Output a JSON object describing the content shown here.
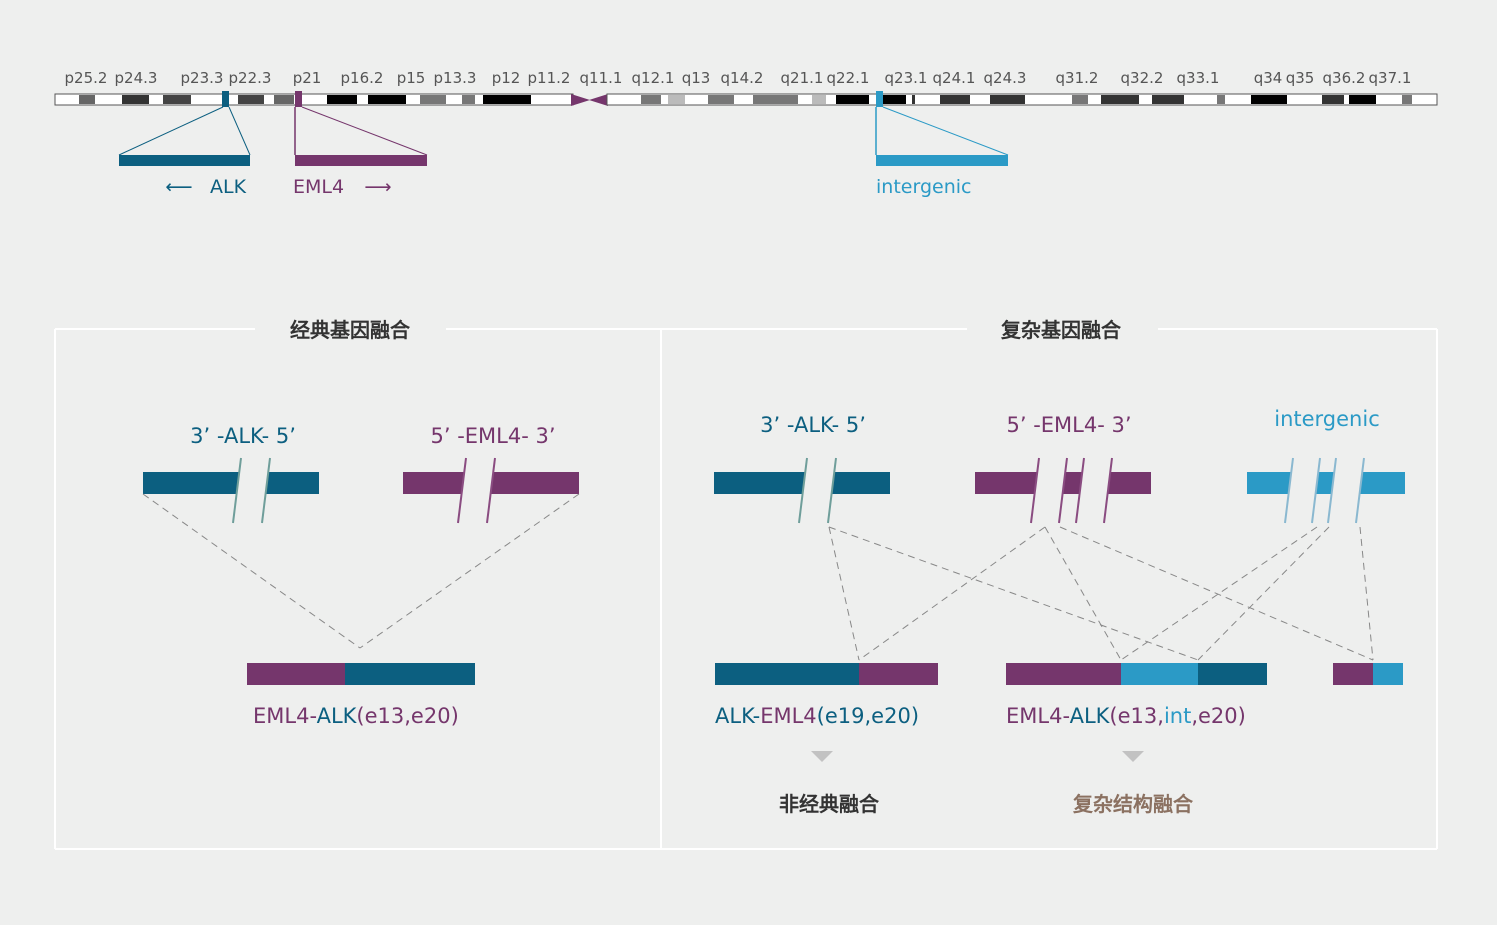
{
  "colors": {
    "alk": "#0c5f80",
    "eml4": "#75366c",
    "intergenic": "#2b9ac6",
    "dark_text": "#333333",
    "brown": "#8b7161",
    "guide_alk": "#6f9e9a",
    "guide_eml4": "#8a4c81",
    "guide_int": "#8ab8d0"
  },
  "chromosome": {
    "bands": [
      "p25.2",
      "p24.3",
      "p23.3",
      "p22.3",
      "p21",
      "p16.2",
      "p15",
      "p13.3",
      "p12",
      "p11.2",
      "q11.1",
      "q12.1",
      "q13",
      "q14.2",
      "q21.1",
      "q22.1",
      "q23.1",
      "q24.1",
      "q24.3",
      "q31.2",
      "q32.2",
      "q33.1",
      "q34",
      "q35",
      "q36.2",
      "q37.1"
    ]
  },
  "top_genes": {
    "alk": {
      "label": "ALK",
      "arrow": "⟵"
    },
    "eml4": {
      "label": "EML4",
      "arrow": "⟶"
    },
    "intergenic": {
      "label": "intergenic"
    }
  },
  "classic": {
    "title": "经典基因融合",
    "alk_label": "3’ -ALK- 5’",
    "eml4_label": "5’ -EML4-  3’",
    "fusion_eml4": "EML4",
    "fusion_dash": "-",
    "fusion_alk": "ALK",
    "fusion_rest": "(e13,e20)"
  },
  "complex": {
    "title": "复杂基因融合",
    "alk_label": "3’ -ALK- 5’",
    "eml4_label": "5’ -EML4-  3’",
    "int_label": "intergenic",
    "fusion1_alk": "ALK",
    "fusion1_dash": "-",
    "fusion1_eml4": "EML4",
    "fusion1_rest": "(e19,e20)",
    "fusion2_eml4": "EML4",
    "fusion2_dash": "-",
    "fusion2_alk": "ALK",
    "fusion2_open": "(e13,",
    "fusion2_int": "int",
    "fusion2_close": ",e20)",
    "result1": "非经典融合",
    "result2": "复杂结构融合"
  }
}
